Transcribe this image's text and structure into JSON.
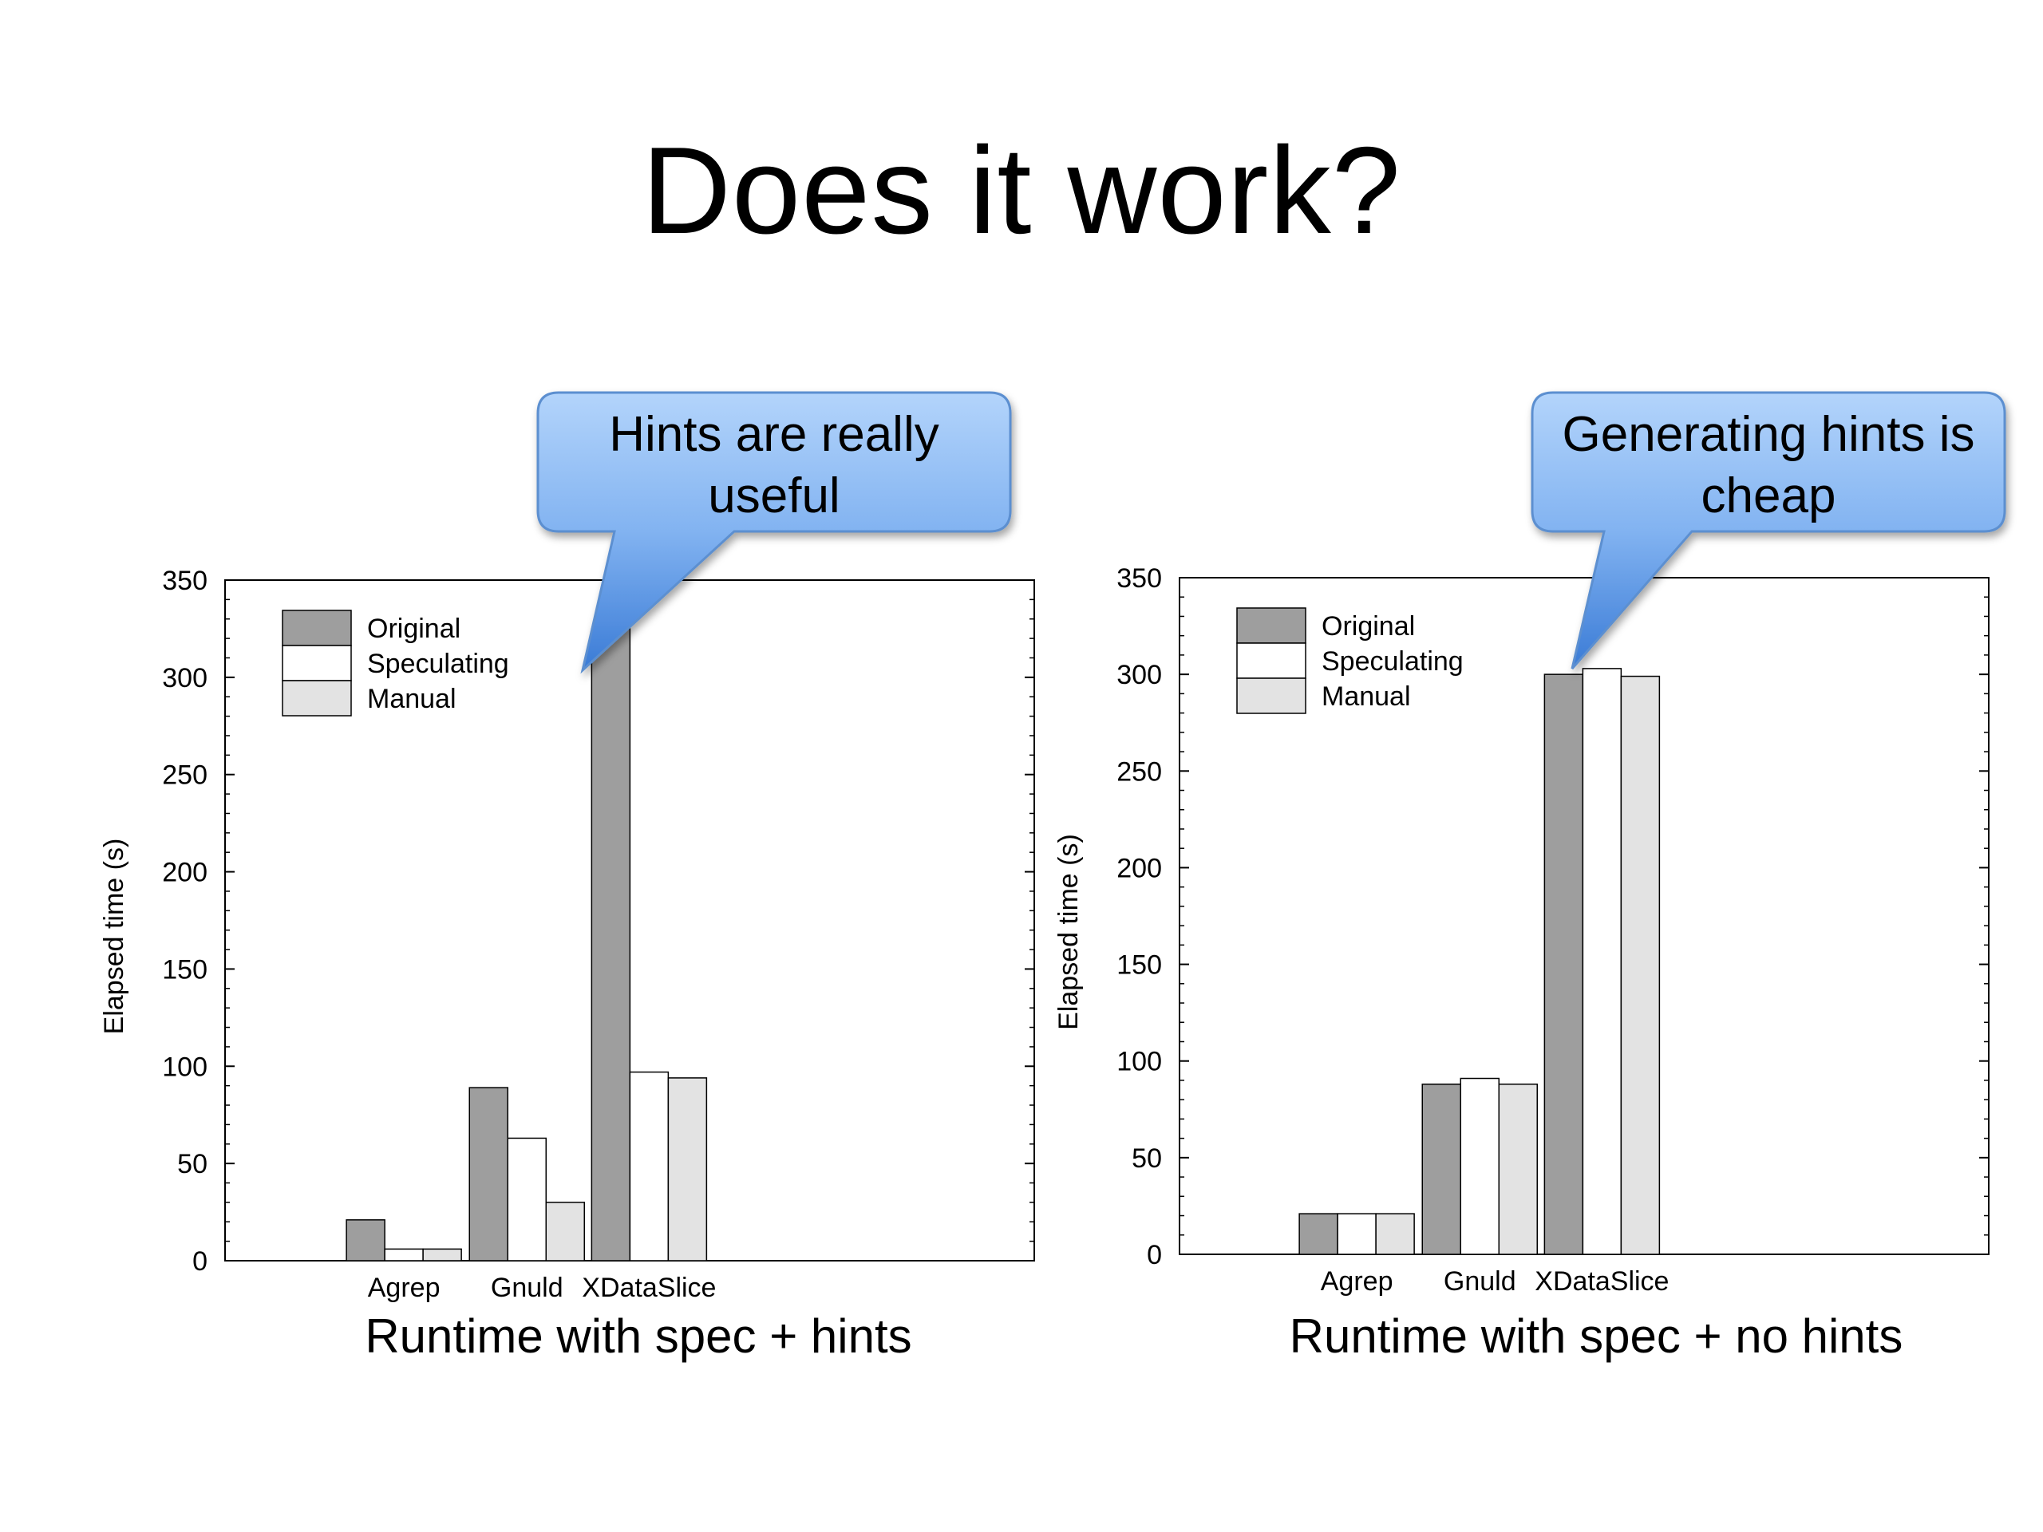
{
  "slide": {
    "title": "Does it work?"
  },
  "callouts": [
    {
      "text_line1": "Hints are really",
      "text_line2": "useful"
    },
    {
      "text_line1": "Generating hints is",
      "text_line2": "cheap"
    }
  ],
  "colors": {
    "original": "#9e9e9e",
    "speculating": "#ffffff",
    "manual": "#e3e3e3",
    "callout_top": "#a9cdfa",
    "callout_bottom": "#3f82dc"
  },
  "chart_data": [
    {
      "type": "bar",
      "caption": "Runtime with spec + hints",
      "ylabel": "Elapsed time (s)",
      "ylim": [
        0,
        350
      ],
      "yticks": [
        0,
        50,
        100,
        150,
        200,
        250,
        300,
        350
      ],
      "categories": [
        "Agrep",
        "Gnuld",
        "XDataSlice"
      ],
      "series": [
        {
          "name": "Original",
          "values": [
            21,
            89,
            325
          ]
        },
        {
          "name": "Speculating",
          "values": [
            6,
            63,
            97
          ]
        },
        {
          "name": "Manual",
          "values": [
            6,
            30,
            94
          ]
        }
      ],
      "legend": "top-left"
    },
    {
      "type": "bar",
      "caption": "Runtime with spec + no hints",
      "ylabel": "Elapsed time (s)",
      "ylim": [
        0,
        350
      ],
      "yticks": [
        0,
        50,
        100,
        150,
        200,
        250,
        300,
        350
      ],
      "categories": [
        "Agrep",
        "Gnuld",
        "XDataSlice"
      ],
      "series": [
        {
          "name": "Original",
          "values": [
            21,
            88,
            300
          ]
        },
        {
          "name": "Speculating",
          "values": [
            21,
            91,
            303
          ]
        },
        {
          "name": "Manual",
          "values": [
            21,
            88,
            299
          ]
        }
      ],
      "legend": "top-left"
    }
  ]
}
